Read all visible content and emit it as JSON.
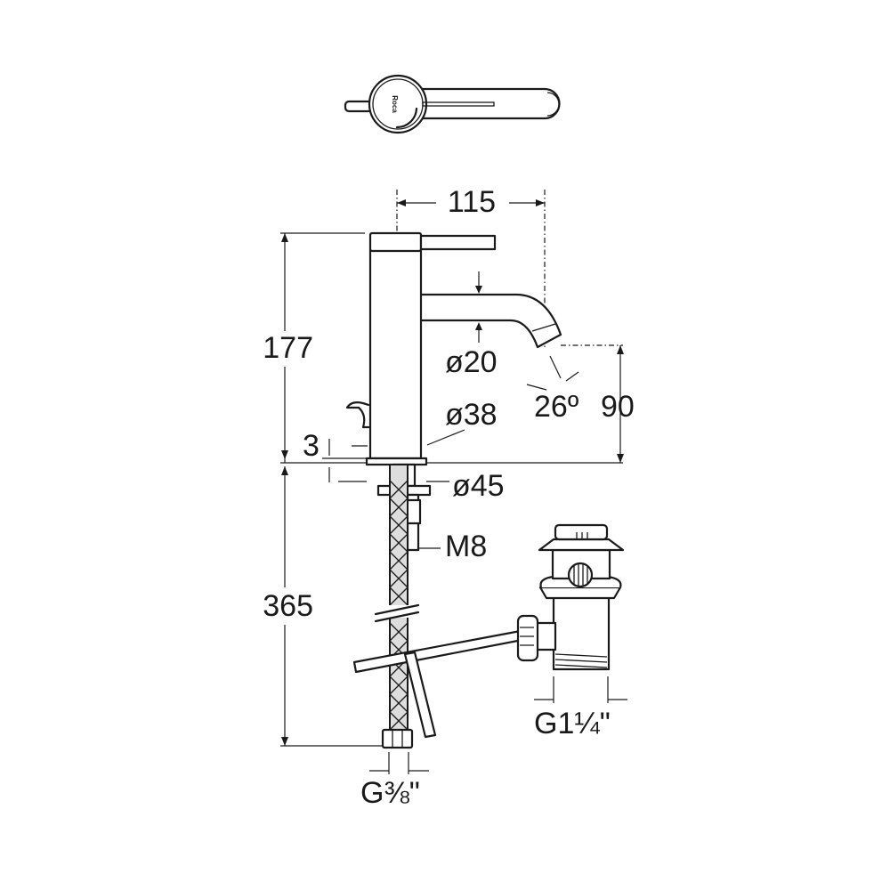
{
  "brand_logo": "Roca",
  "dimensions": {
    "spout_reach": "115",
    "body_height": "177",
    "spout_diameter": "ø20",
    "spout_angle": "26º",
    "spout_height": "90",
    "body_diameter": "ø38",
    "base_gap": "3",
    "base_diameter": "ø45",
    "stud_thread": "M8",
    "hose_length": "365",
    "waste_thread": "G1¼\"",
    "hose_thread": "G⅜\""
  }
}
